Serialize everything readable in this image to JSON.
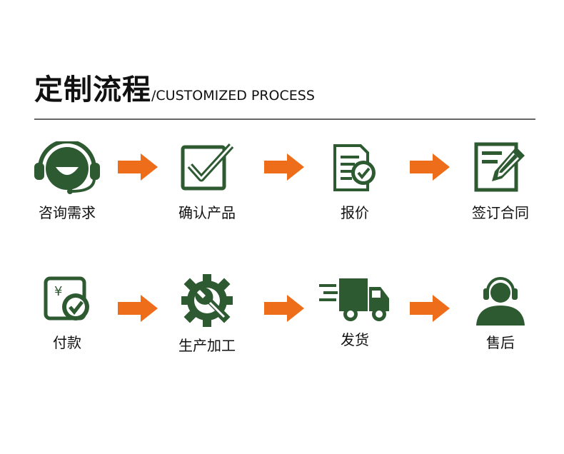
{
  "header": {
    "title": "定制流程",
    "subtitle": "/CUSTOMIZED PROCESS"
  },
  "colors": {
    "icon": "#2e5a32",
    "arrow": "#ee6d1a",
    "rule": "#666666"
  },
  "steps": [
    {
      "label": "咨询需求",
      "icon": "headset-smile-icon"
    },
    {
      "label": "确认产品",
      "icon": "checkbox-icon"
    },
    {
      "label": "报价",
      "icon": "document-check-icon"
    },
    {
      "label": "签订合同",
      "icon": "contract-pen-icon"
    },
    {
      "label": "付款",
      "icon": "yuan-payment-icon"
    },
    {
      "label": "生产加工",
      "icon": "gear-wrench-icon"
    },
    {
      "label": "发货",
      "icon": "delivery-truck-icon"
    },
    {
      "label": "售后",
      "icon": "customer-service-icon"
    }
  ]
}
